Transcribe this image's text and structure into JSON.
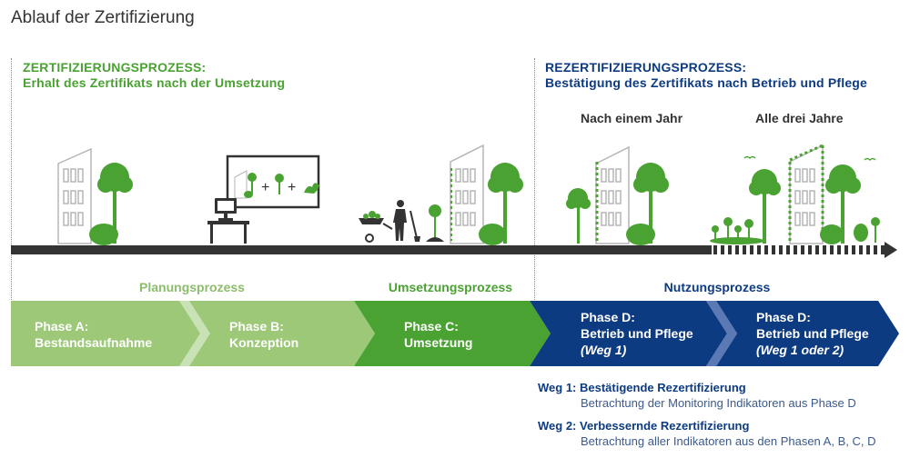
{
  "title": "Ablauf der Zertifizierung",
  "cert": {
    "heading": "ZERTIFIZIERUNGSPROZESS:",
    "sub": "Erhalt des Zertifikats nach der Umsetzung"
  },
  "recert": {
    "heading": "REZERTIFIZIERUNGSPROZESS:",
    "sub": "Bestätigung des Zertifikats nach Betrieb und Pflege",
    "after_one_year": "Nach einem Jahr",
    "every_three_years": "Alle drei Jahre"
  },
  "processes": {
    "planning": "Planungsprozess",
    "implementation": "Umsetzungsprozess",
    "usage": "Nutzungsprozess"
  },
  "phases": [
    {
      "line1": "Phase A:",
      "line2": "Bestandsaufnahme",
      "line3": "",
      "color": "#9cc878"
    },
    {
      "line1": "Phase B:",
      "line2": "Konzeption",
      "line3": "",
      "color": "#9cc878"
    },
    {
      "line1": "Phase C:",
      "line2": "Umsetzung",
      "line3": "",
      "color": "#4aa232"
    },
    {
      "line1": "Phase D:",
      "line2": "Betrieb und Pflege",
      "line3": "(Weg 1)",
      "color": "#0d3b82"
    },
    {
      "line1": "Phase D:",
      "line2": "Betrieb und Pflege",
      "line3": "(Weg 1 oder 2)",
      "color": "#0d3b82"
    }
  ],
  "wege": [
    {
      "heading": "Weg 1: Bestätigende Rezertifizierung",
      "desc": "Betrachtung der Monitoring Indikatoren aus Phase D"
    },
    {
      "heading": "Weg 2: Verbessernde Rezertifizierung",
      "desc": "Betrachtung aller Indikatoren aus den Phasen A, B, C, D"
    }
  ],
  "colors": {
    "green": "#4aa232",
    "light_green": "#9cc878",
    "blue": "#0d3b82",
    "ground": "#333333",
    "building_outline": "#b5b5b5"
  }
}
